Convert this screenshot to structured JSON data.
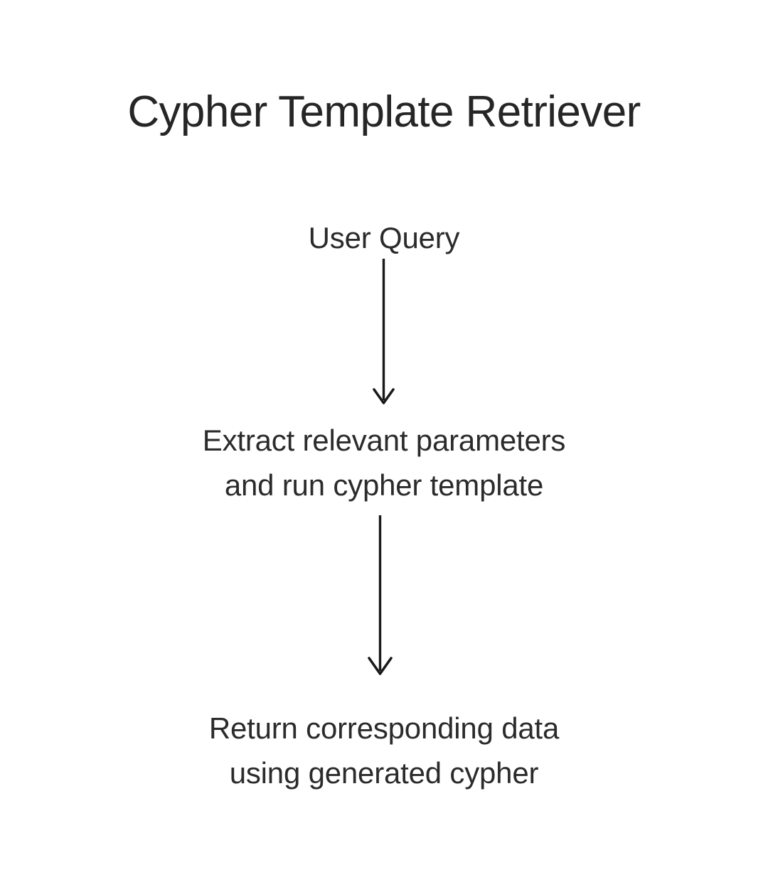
{
  "page": {
    "background_color": "#ffffff",
    "title": "Cypher Template Retriever",
    "title_color": "#262626",
    "text_color": "#2b2b2b",
    "arrow_color": "#1a1a1a"
  },
  "diagram": {
    "type": "flowchart",
    "orientation": "top-to-bottom",
    "nodes": [
      {
        "id": "user-query",
        "lines": [
          "User Query"
        ]
      },
      {
        "id": "extract",
        "lines": [
          "Extract relevant parameters",
          "and run cypher template"
        ]
      },
      {
        "id": "return",
        "lines": [
          "Return corresponding data",
          "using generated cypher"
        ]
      }
    ],
    "edges": [
      {
        "id": "edge-1",
        "from": "user-query",
        "to": "extract",
        "style": "solid-arrow-down",
        "label": ""
      },
      {
        "id": "edge-2",
        "from": "extract",
        "to": "return",
        "style": "solid-arrow-down",
        "label": ""
      }
    ]
  }
}
